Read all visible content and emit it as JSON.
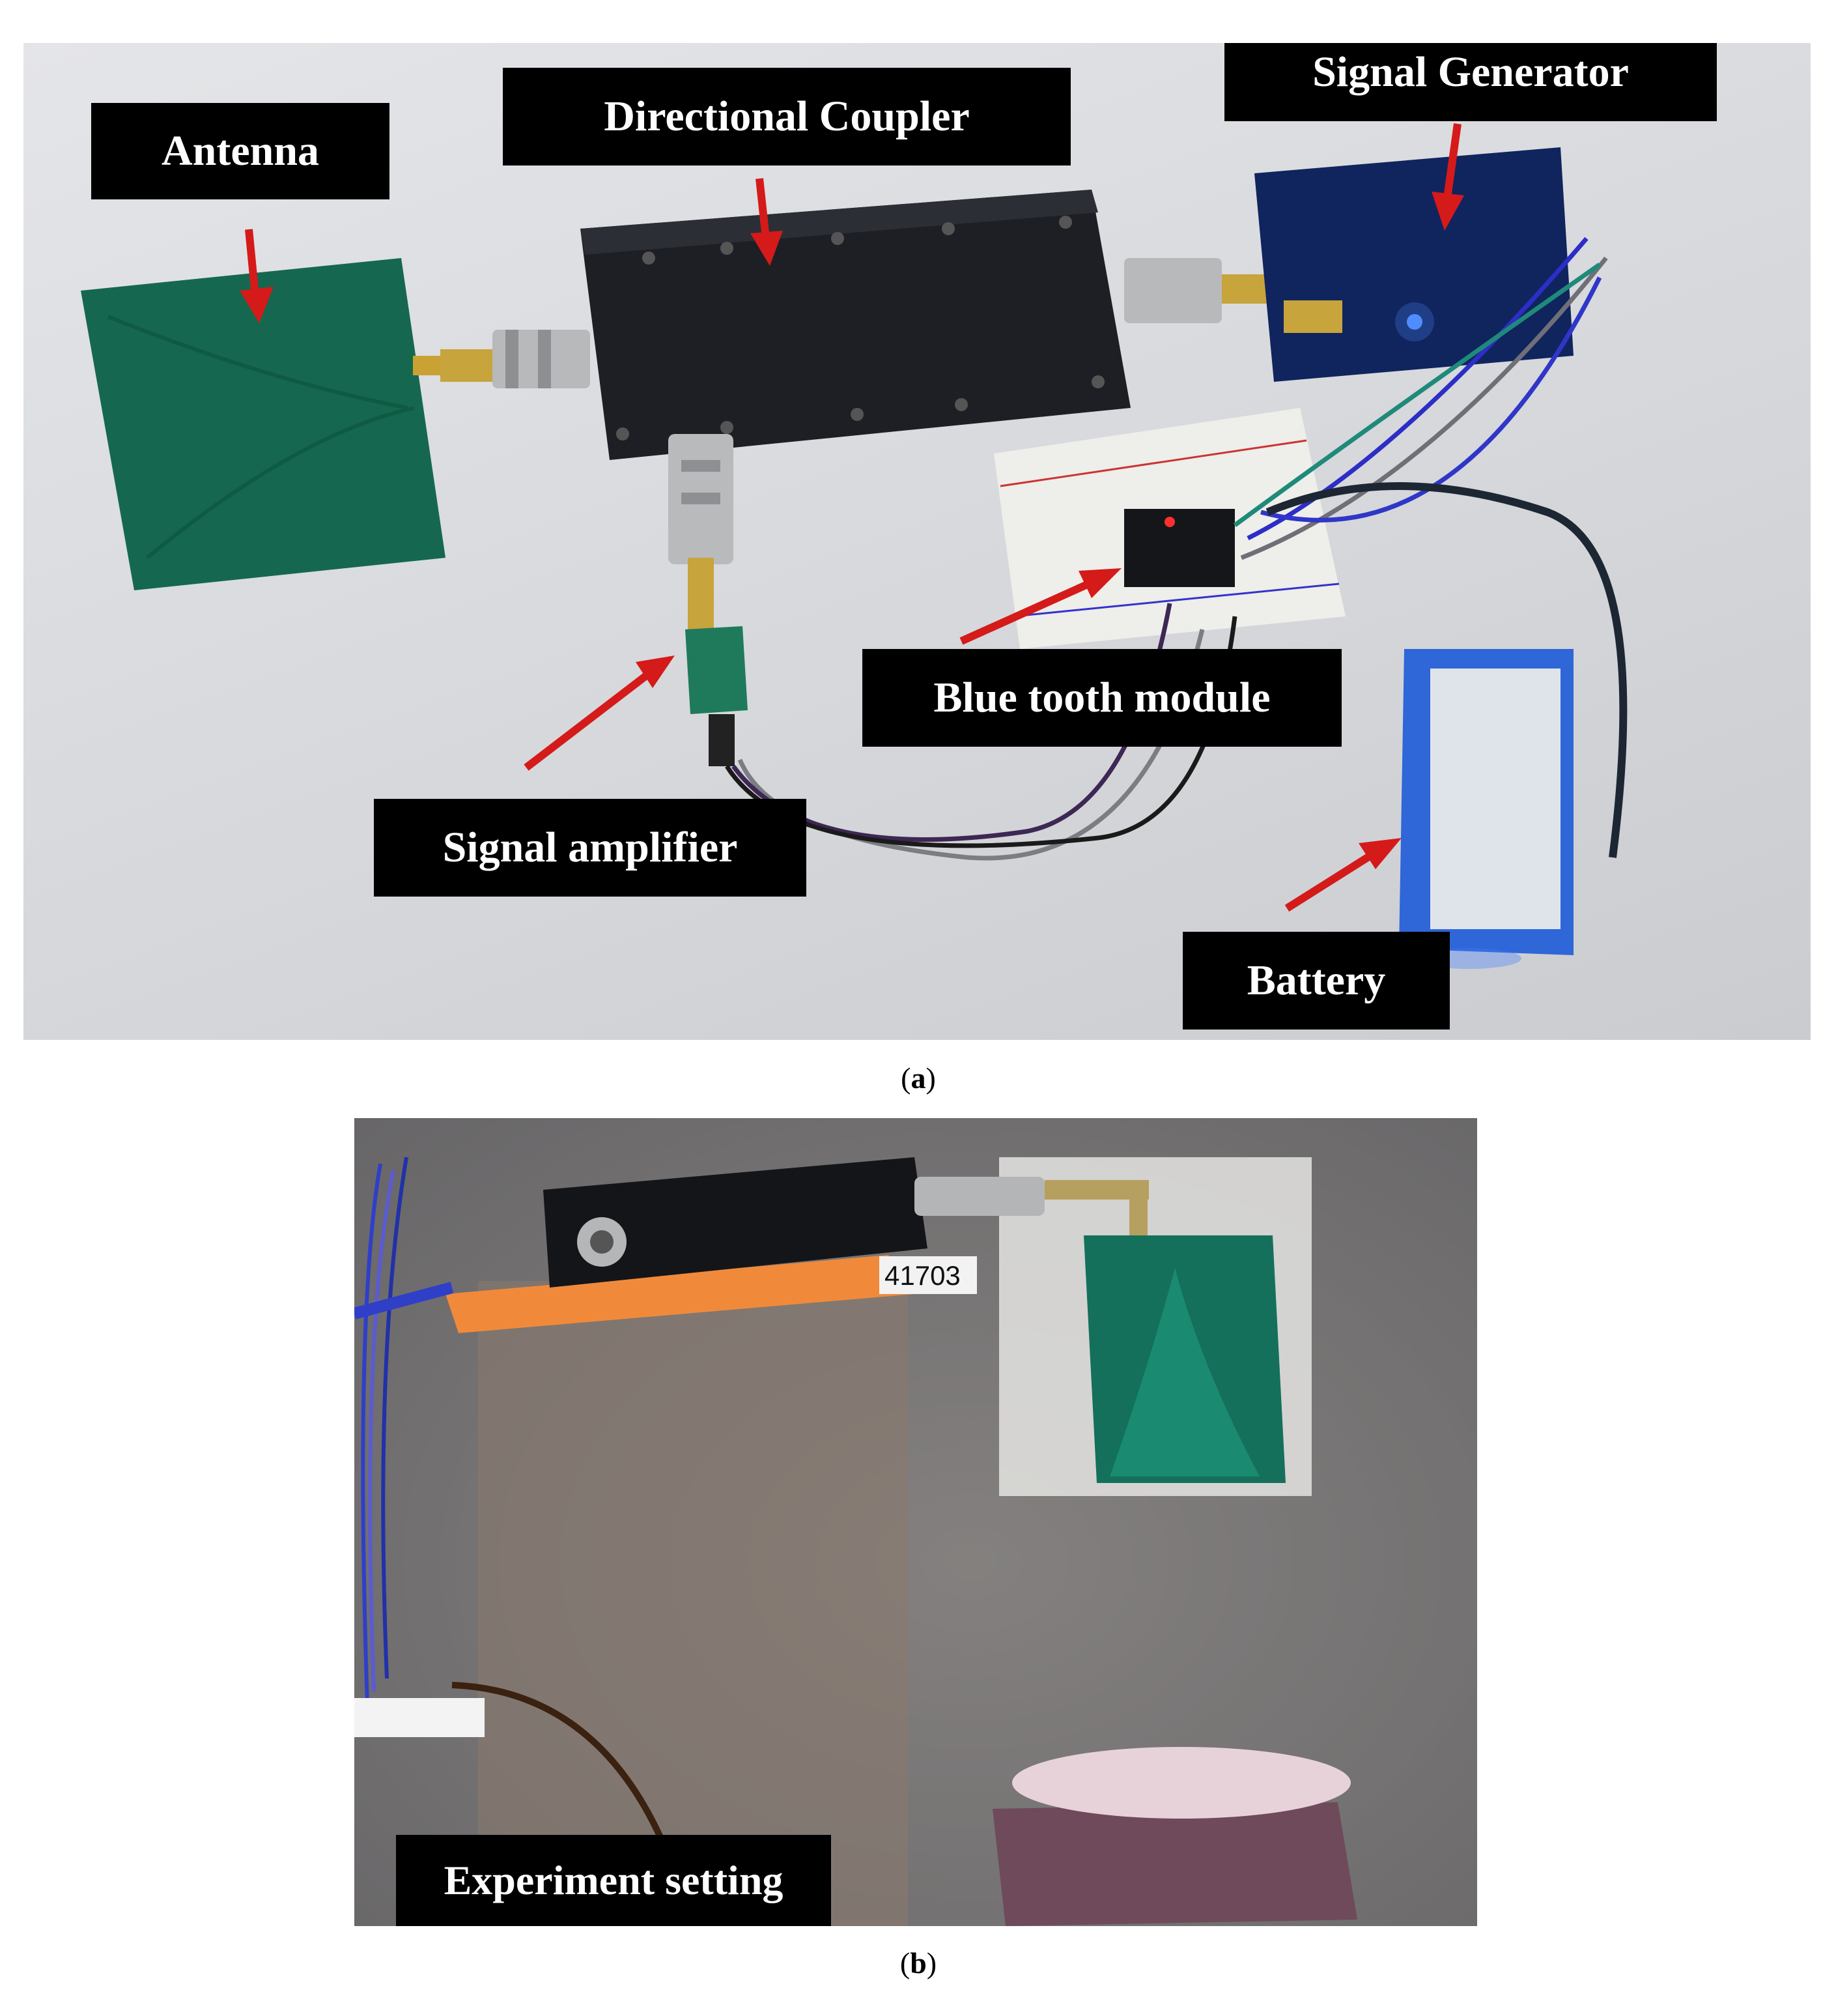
{
  "panel_a": {
    "labels": {
      "antenna": "Antenna",
      "directional_coupler": "Directional Coupler",
      "signal_generator": "Signal Generator",
      "blue_tooth_module": "Blue tooth module",
      "signal_amplifier": "Signal amplifier",
      "battery": "Battery"
    },
    "caption_letter": "a",
    "arrow_color": "#d51a1a"
  },
  "panel_b": {
    "labels": {
      "experiment_setting": "Experiment setting"
    },
    "caption_letter": "b"
  }
}
